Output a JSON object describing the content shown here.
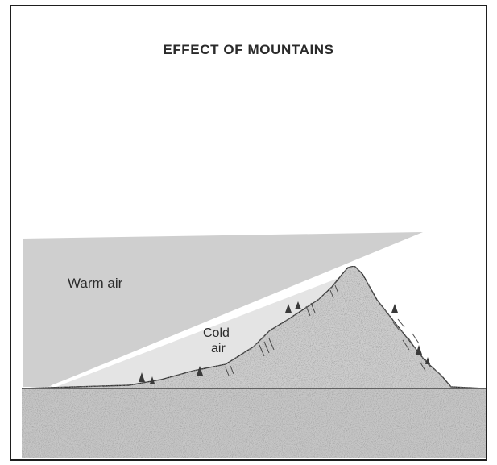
{
  "diagram": {
    "title": "EFFECT OF MOUNTAINS",
    "labels": {
      "warm_air": "Warm air",
      "cold_air_line1": "Cold",
      "cold_air_line2": "air"
    },
    "colors": {
      "border": "#1e1e1e",
      "warm_air_fill": "#cfcfcf",
      "cold_air_fill": "#e6e6e6",
      "rock_fill": "#d2d2d2",
      "ground_fill": "#c8c8c8",
      "tree": "#3a3a3a"
    }
  }
}
